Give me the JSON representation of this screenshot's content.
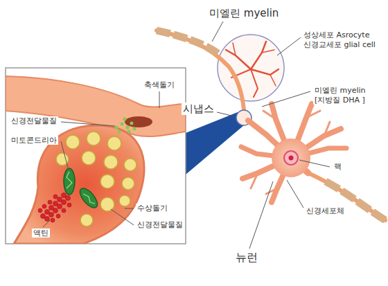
{
  "diagram": {
    "labels": [
      "미엘린 myelin",
      "성상세포 Asrocyte",
      "신경교세포 glial cell",
      "축색돌기",
      "미엘린 myelin",
      "[지방질 DHA ]",
      "시냅스",
      "신경전달물질",
      "미토콘드리아",
      "핵",
      "수상돌기",
      "신경세포체",
      "액틴",
      "신경전달물질",
      "뉴런"
    ]
  }
}
